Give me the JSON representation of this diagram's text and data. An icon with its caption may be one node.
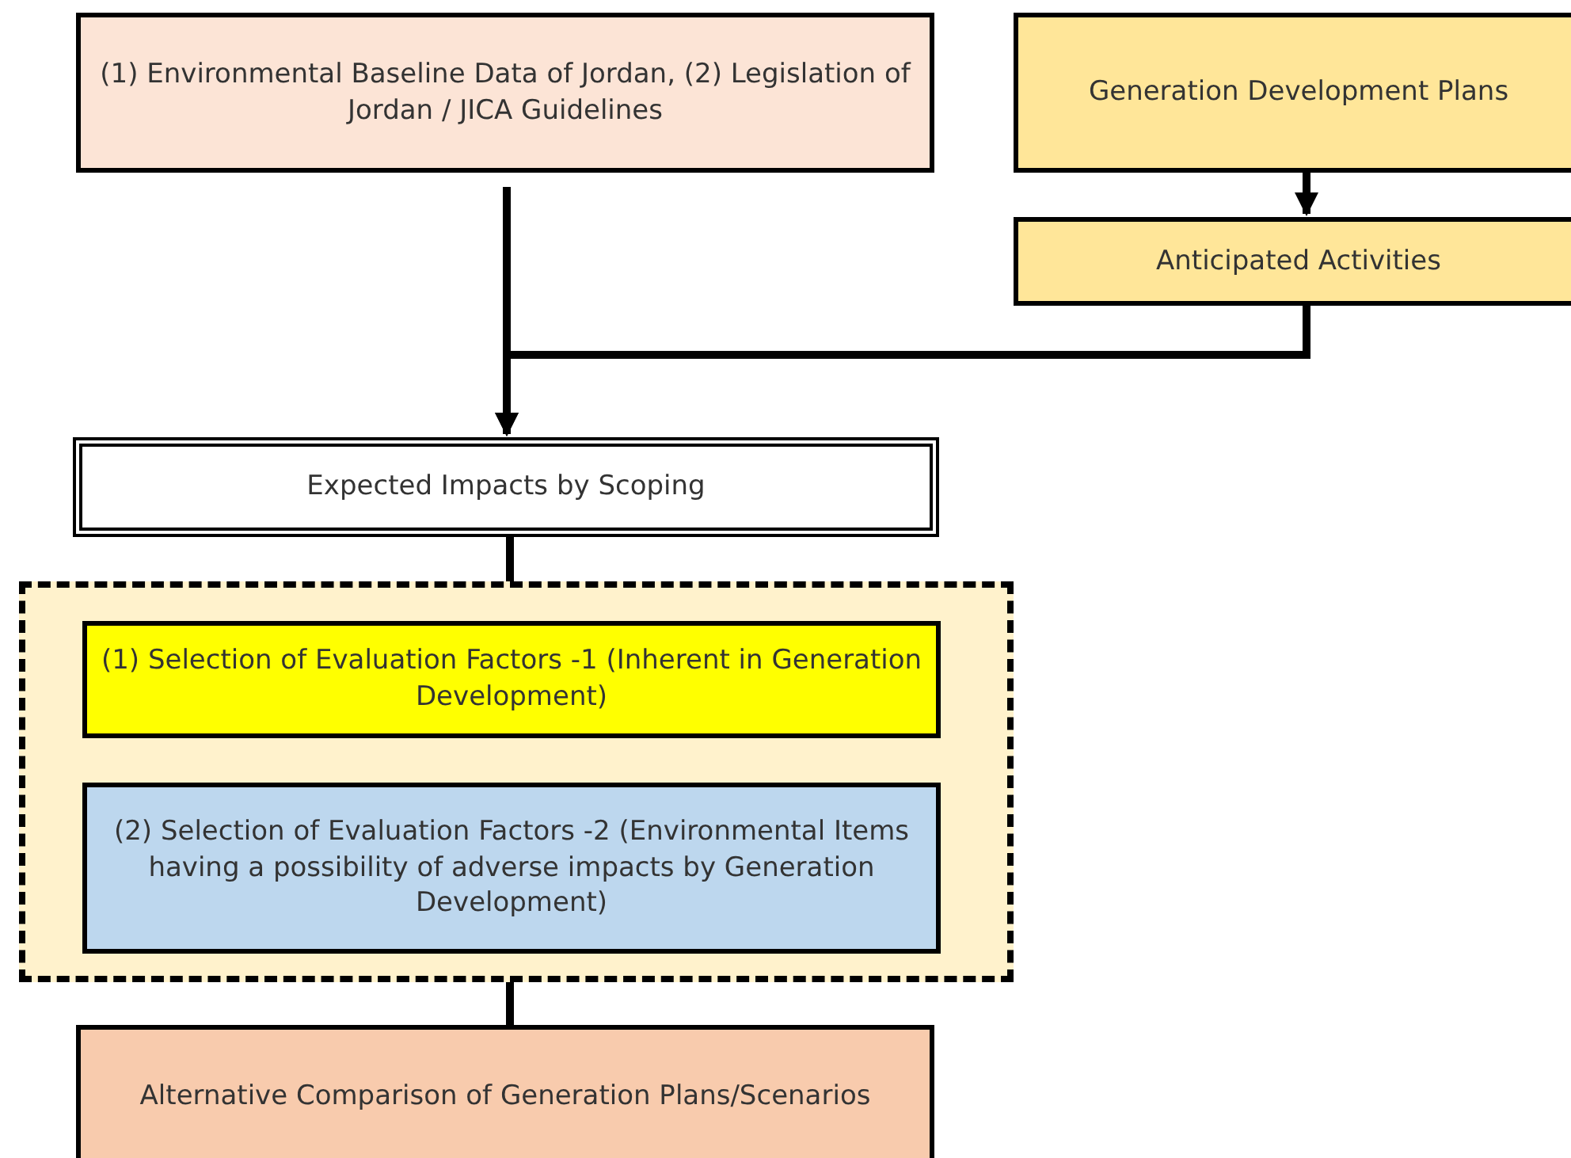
{
  "diagram": {
    "nodes": [
      {
        "text": [
          "(1) Environmental Baseline Data of Jordan, (2) Legislation of Jordan / JICA Guidelines"
        ]
      },
      {
        "text": [
          "Generation Development Plans"
        ]
      },
      {
        "text": [
          "Anticipated Activities"
        ]
      },
      {
        "text": [
          "Expected Impacts by Scoping"
        ]
      },
      {
        "text": [],
        "shape": "box"
      },
      {
        "text": [
          "(1) Selection of Evaluation Factors -1 (Inherent in Generation Development)"
        ],
        "in": 4
      },
      {
        "text": [
          "(2) Selection of Evaluation Factors -2 (Environmental Items having a possibility of adverse impacts by Generation Development)"
        ],
        "in": 4
      },
      {
        "text": [
          "Alternative Comparison of Generation Plans/Scenarios"
        ]
      }
    ],
    "edges": [
      {
        "from": 1,
        "to": 2,
        "arrow": "to"
      },
      {
        "from": 0,
        "to": 3,
        "arrow": "to"
      },
      {
        "from": 2,
        "to": 3,
        "arrow": "to"
      },
      {
        "from": 3,
        "to": 4,
        "arrow": "none"
      },
      {
        "from": 4,
        "to": 7,
        "arrow": "none"
      }
    ]
  }
}
